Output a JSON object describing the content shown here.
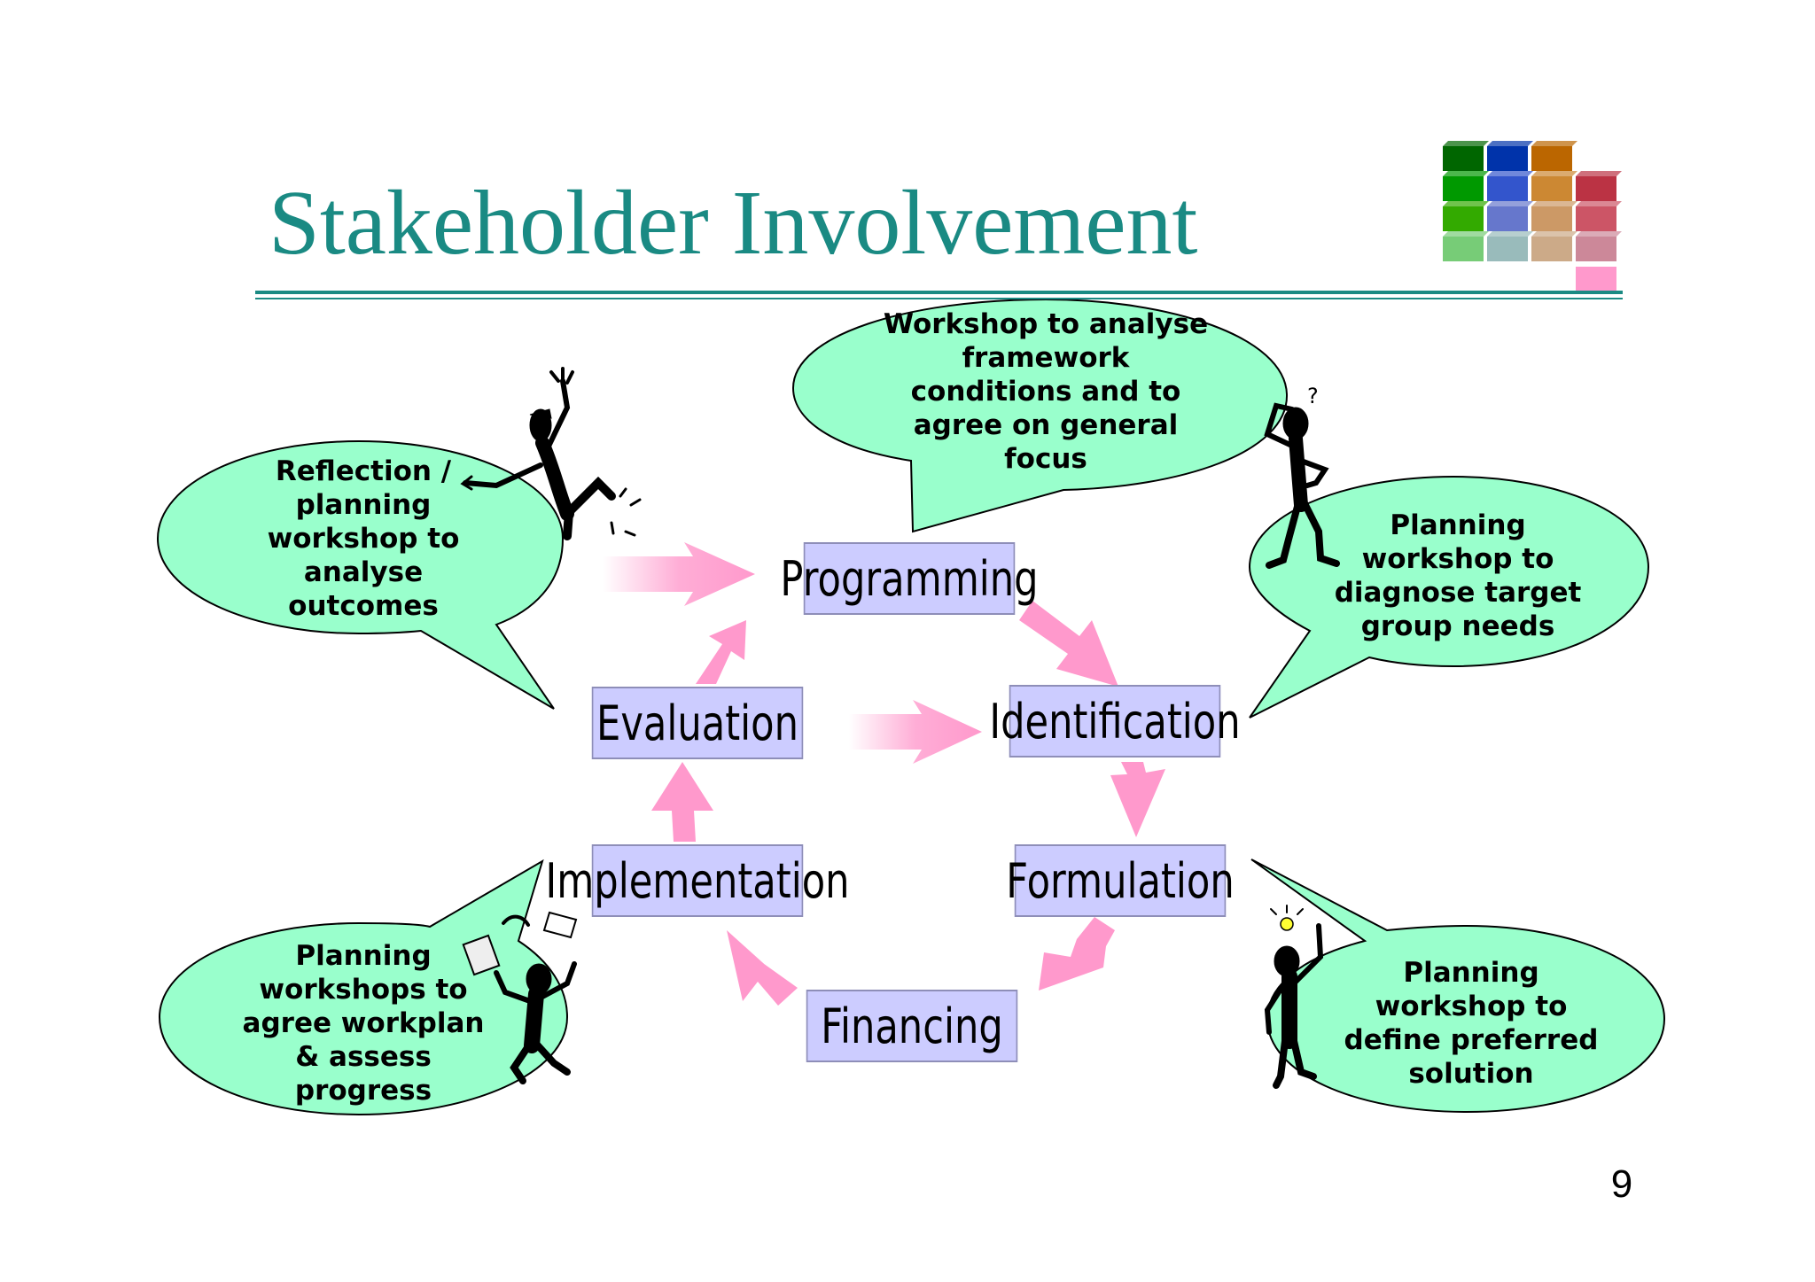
{
  "slide": {
    "title": "Stakeholder Involvement",
    "page_number": "9",
    "colors": {
      "title": "#1a8a83",
      "bubble_fill": "#99ffcc",
      "stage_fill": "#ccccff",
      "arrow": "#ff99cc"
    }
  },
  "stages": [
    {
      "id": "programming",
      "label": "Programming"
    },
    {
      "id": "identification",
      "label": "Identification"
    },
    {
      "id": "formulation",
      "label": "Formulation"
    },
    {
      "id": "financing",
      "label": "Financing"
    },
    {
      "id": "implementation",
      "label": "Implementation"
    },
    {
      "id": "evaluation",
      "label": "Evaluation"
    }
  ],
  "bubbles": [
    {
      "id": "framework",
      "text": "Workshop to analyse framework conditions and to agree on general focus"
    },
    {
      "id": "diagnose",
      "text": "Planning workshop to diagnose target group needs"
    },
    {
      "id": "define",
      "text": "Planning workshop to define preferred solution"
    },
    {
      "id": "workplan",
      "text": "Planning workshops to agree workplan & assess progress"
    },
    {
      "id": "reflection",
      "text": "Reflection / planning workshop to analyse outcomes"
    }
  ],
  "icons": {
    "logo": "colored-cubes-logo",
    "figures": [
      "jumping-figure-icon",
      "thinking-figure-icon",
      "idea-figure-icon",
      "juggling-figure-icon"
    ]
  }
}
